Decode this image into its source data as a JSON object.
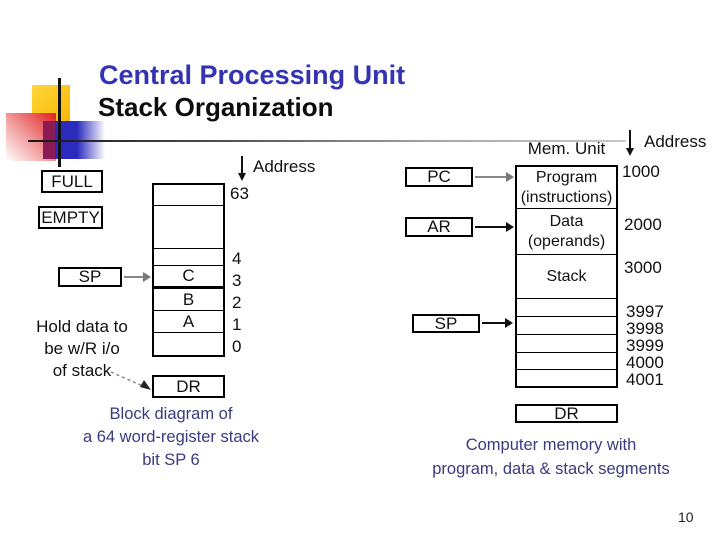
{
  "slide": {
    "title": "Central Processing Unit",
    "subtitle": "Stack Organization",
    "page_number": "10"
  },
  "colors": {
    "title_blue": "#3333b3",
    "caption_blue": "#3a3a80",
    "accent_yellow": "#f7b800",
    "accent_blue": "#2b2bbd",
    "accent_red": "#e02020"
  },
  "left_diagram": {
    "full_label": "FULL",
    "empty_label": "EMPTY",
    "sp_label": "SP",
    "dr_label": "DR",
    "address_heading": "Address",
    "cells": {
      "c": "C",
      "b": "B",
      "a": "A"
    },
    "addresses": [
      "63",
      "4",
      "3",
      "2",
      "1",
      "0"
    ],
    "note_lines": [
      "Hold data to",
      "be w/R i/o",
      "of stack"
    ],
    "caption_lines": [
      "Block diagram of",
      "a 64 word-register stack",
      "bit SP 6"
    ]
  },
  "right_diagram": {
    "mem_unit_label": "Mem. Unit",
    "address_heading": "Address",
    "pc_label": "PC",
    "ar_label": "AR",
    "sp_label": "SP",
    "dr_label": "DR",
    "segment_program_line1": "Program",
    "segment_program_line2": "(instructions)",
    "segment_data_line1": "Data",
    "segment_data_line2": "(operands)",
    "segment_stack": "Stack",
    "addresses": [
      "1000",
      "2000",
      "3000",
      "3997",
      "3998",
      "3999",
      "4000",
      "4001"
    ],
    "caption_lines": [
      "Computer memory with",
      "program, data & stack segments"
    ]
  }
}
